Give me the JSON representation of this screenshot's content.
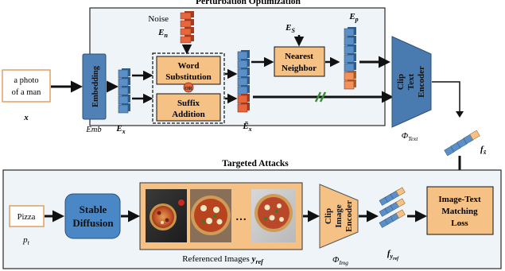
{
  "top_panel": {
    "title": "Perturbation  Optimization",
    "noise_label": "Noise",
    "en_symbol": "E",
    "en_sub": "n",
    "es_symbol": "E",
    "es_sub": "S",
    "ep_symbol": "E",
    "ep_sub": "p",
    "word_sub_line1": "Word",
    "word_sub_line2": "Substitution",
    "or_label": "OR",
    "suffix_line1": "Suffix",
    "suffix_line2": "Addition",
    "nearest_line1": "Nearest",
    "nearest_line2": "Neighbor",
    "ex_symbol": "E",
    "ex_sub": "x",
    "ex_tilde_symbol": "Ẽ",
    "ex_tilde_sub": "x"
  },
  "input": {
    "line1": "a photo",
    "line2": "of a man",
    "symbol": "x"
  },
  "embedding": {
    "label": "Embedding",
    "symbol": "Emb"
  },
  "text_encoder": {
    "line1": "Clip",
    "line2": "Text",
    "line3": "Encoder",
    "symbol": "Φ",
    "symbol_sub": "Text"
  },
  "f_x_tilde": {
    "symbol": "f",
    "sub": "x̃"
  },
  "bottom_panel": {
    "title": "Targeted Attacks",
    "prompt": "Pizza",
    "prompt_symbol": "p",
    "prompt_sub": "t",
    "stable_line1": "Stable",
    "stable_line2": "Diffusion",
    "ellipsis": "…",
    "ref_caption": "Referenced Images ",
    "ref_symbol": "y",
    "ref_sub": "ref",
    "image_encoder_line1": "Clip",
    "image_encoder_line2": "Image",
    "image_encoder_line3": "Encoder",
    "img_symbol": "Φ",
    "img_sub": "Img",
    "f_y_symbol": "f",
    "f_y_sub": "y",
    "f_y_subsub": "ref",
    "loss_line1": "Image-Text",
    "loss_line2": "Matching",
    "loss_line3": "Loss"
  },
  "colors": {
    "panel_fill": "#eef4f8",
    "orange_box": "#f5c185",
    "encoder_blue": "#4a7bb0",
    "vector_blue": "#5b8fc7",
    "noise_red": "#e8663c",
    "diffusion_blue": "#4a87c7",
    "green_break": "#3e8a3e"
  }
}
